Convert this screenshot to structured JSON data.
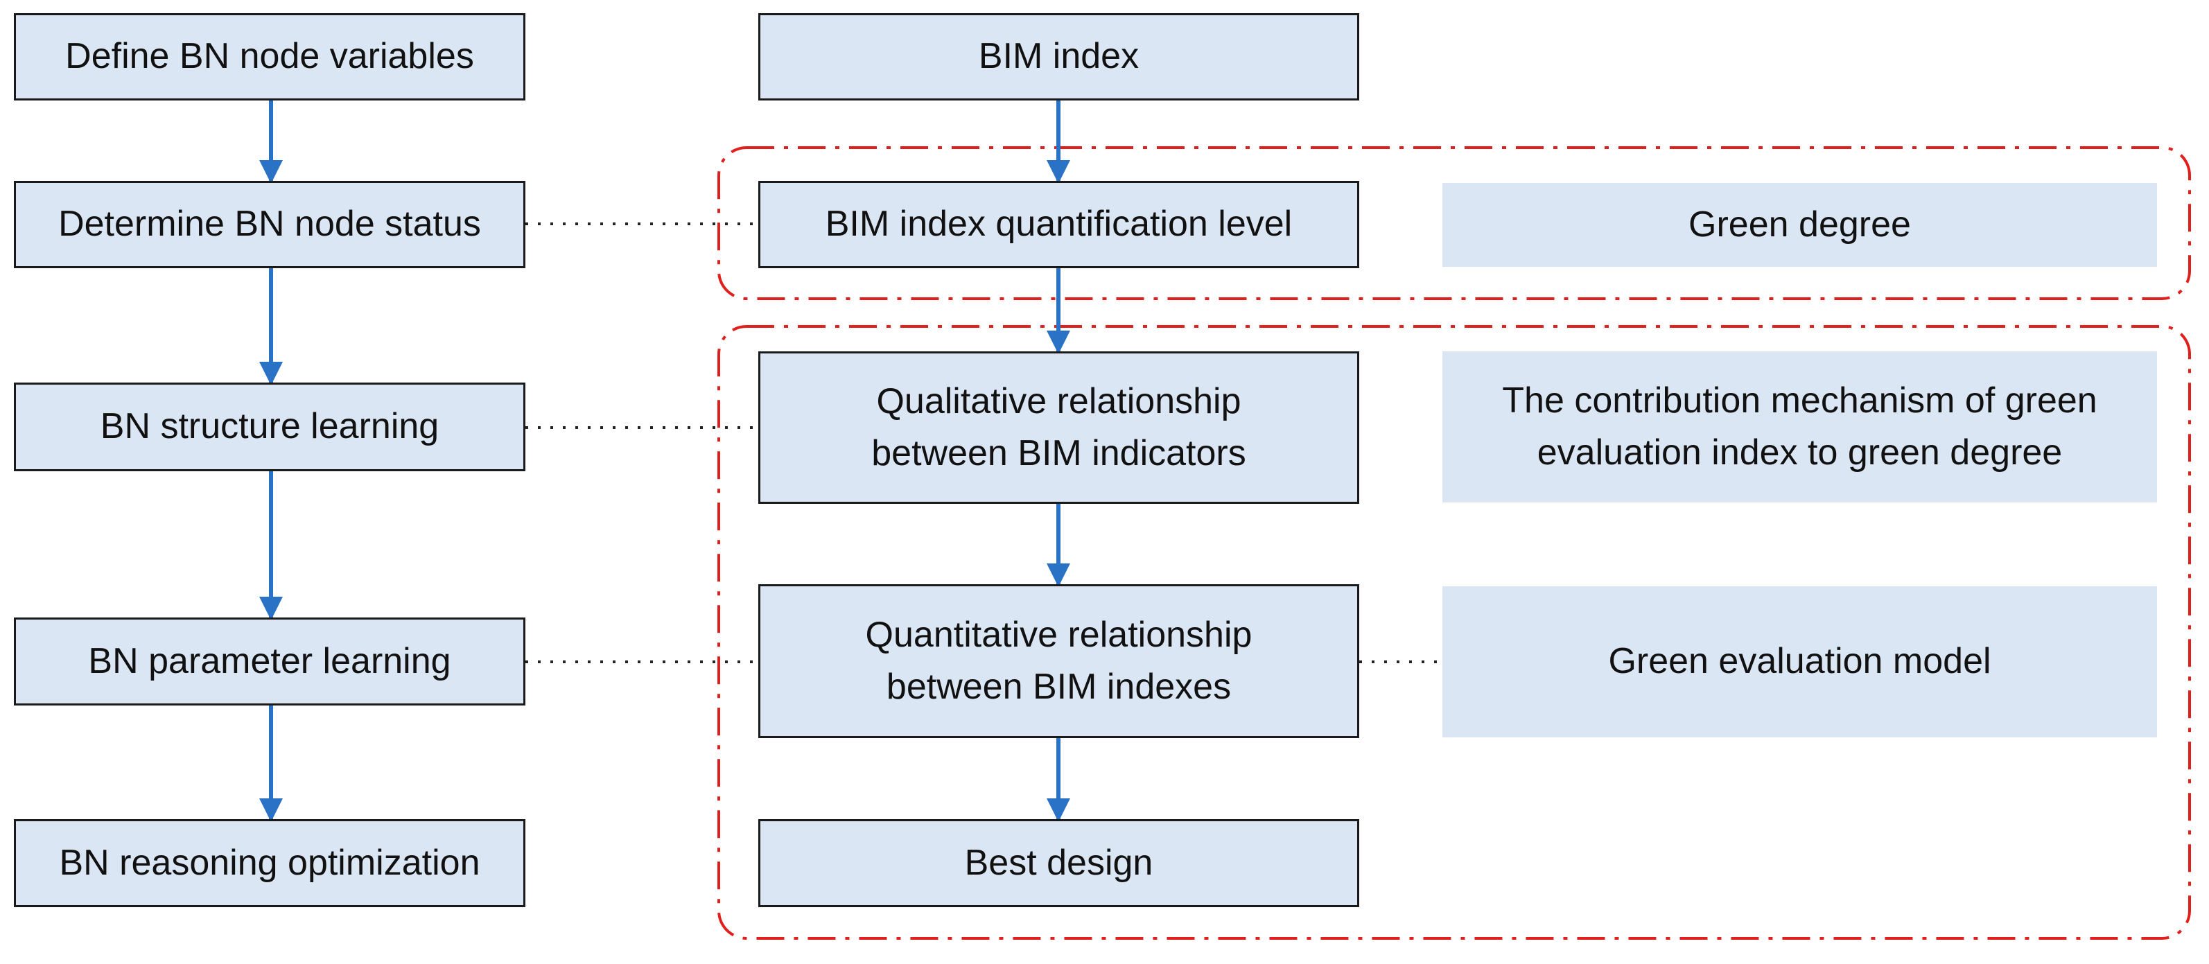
{
  "colors": {
    "box_fill": "#dbe6f4",
    "box_border": "#1a1a1a",
    "arrow": "#2a72c6",
    "region_outline": "#e0201c",
    "connector": "#222222"
  },
  "left_column": [
    {
      "label": "Define BN node variables"
    },
    {
      "label": "Determine BN node status"
    },
    {
      "label": "BN structure learning"
    },
    {
      "label": "BN parameter learning"
    },
    {
      "label": "BN reasoning optimization"
    }
  ],
  "middle_column": [
    {
      "lines": [
        "BIM index"
      ]
    },
    {
      "lines": [
        "BIM index quantification level"
      ]
    },
    {
      "lines": [
        "Qualitative relationship",
        "between BIM indicators"
      ]
    },
    {
      "lines": [
        "Quantitative relationship",
        "between BIM indexes"
      ]
    },
    {
      "lines": [
        "Best design"
      ]
    }
  ],
  "right_column": [
    {
      "lines": [
        "Green degree"
      ]
    },
    {
      "lines": [
        "The contribution mechanism of green",
        "evaluation index to green degree"
      ]
    },
    {
      "lines": [
        "Green evaluation model"
      ]
    }
  ]
}
